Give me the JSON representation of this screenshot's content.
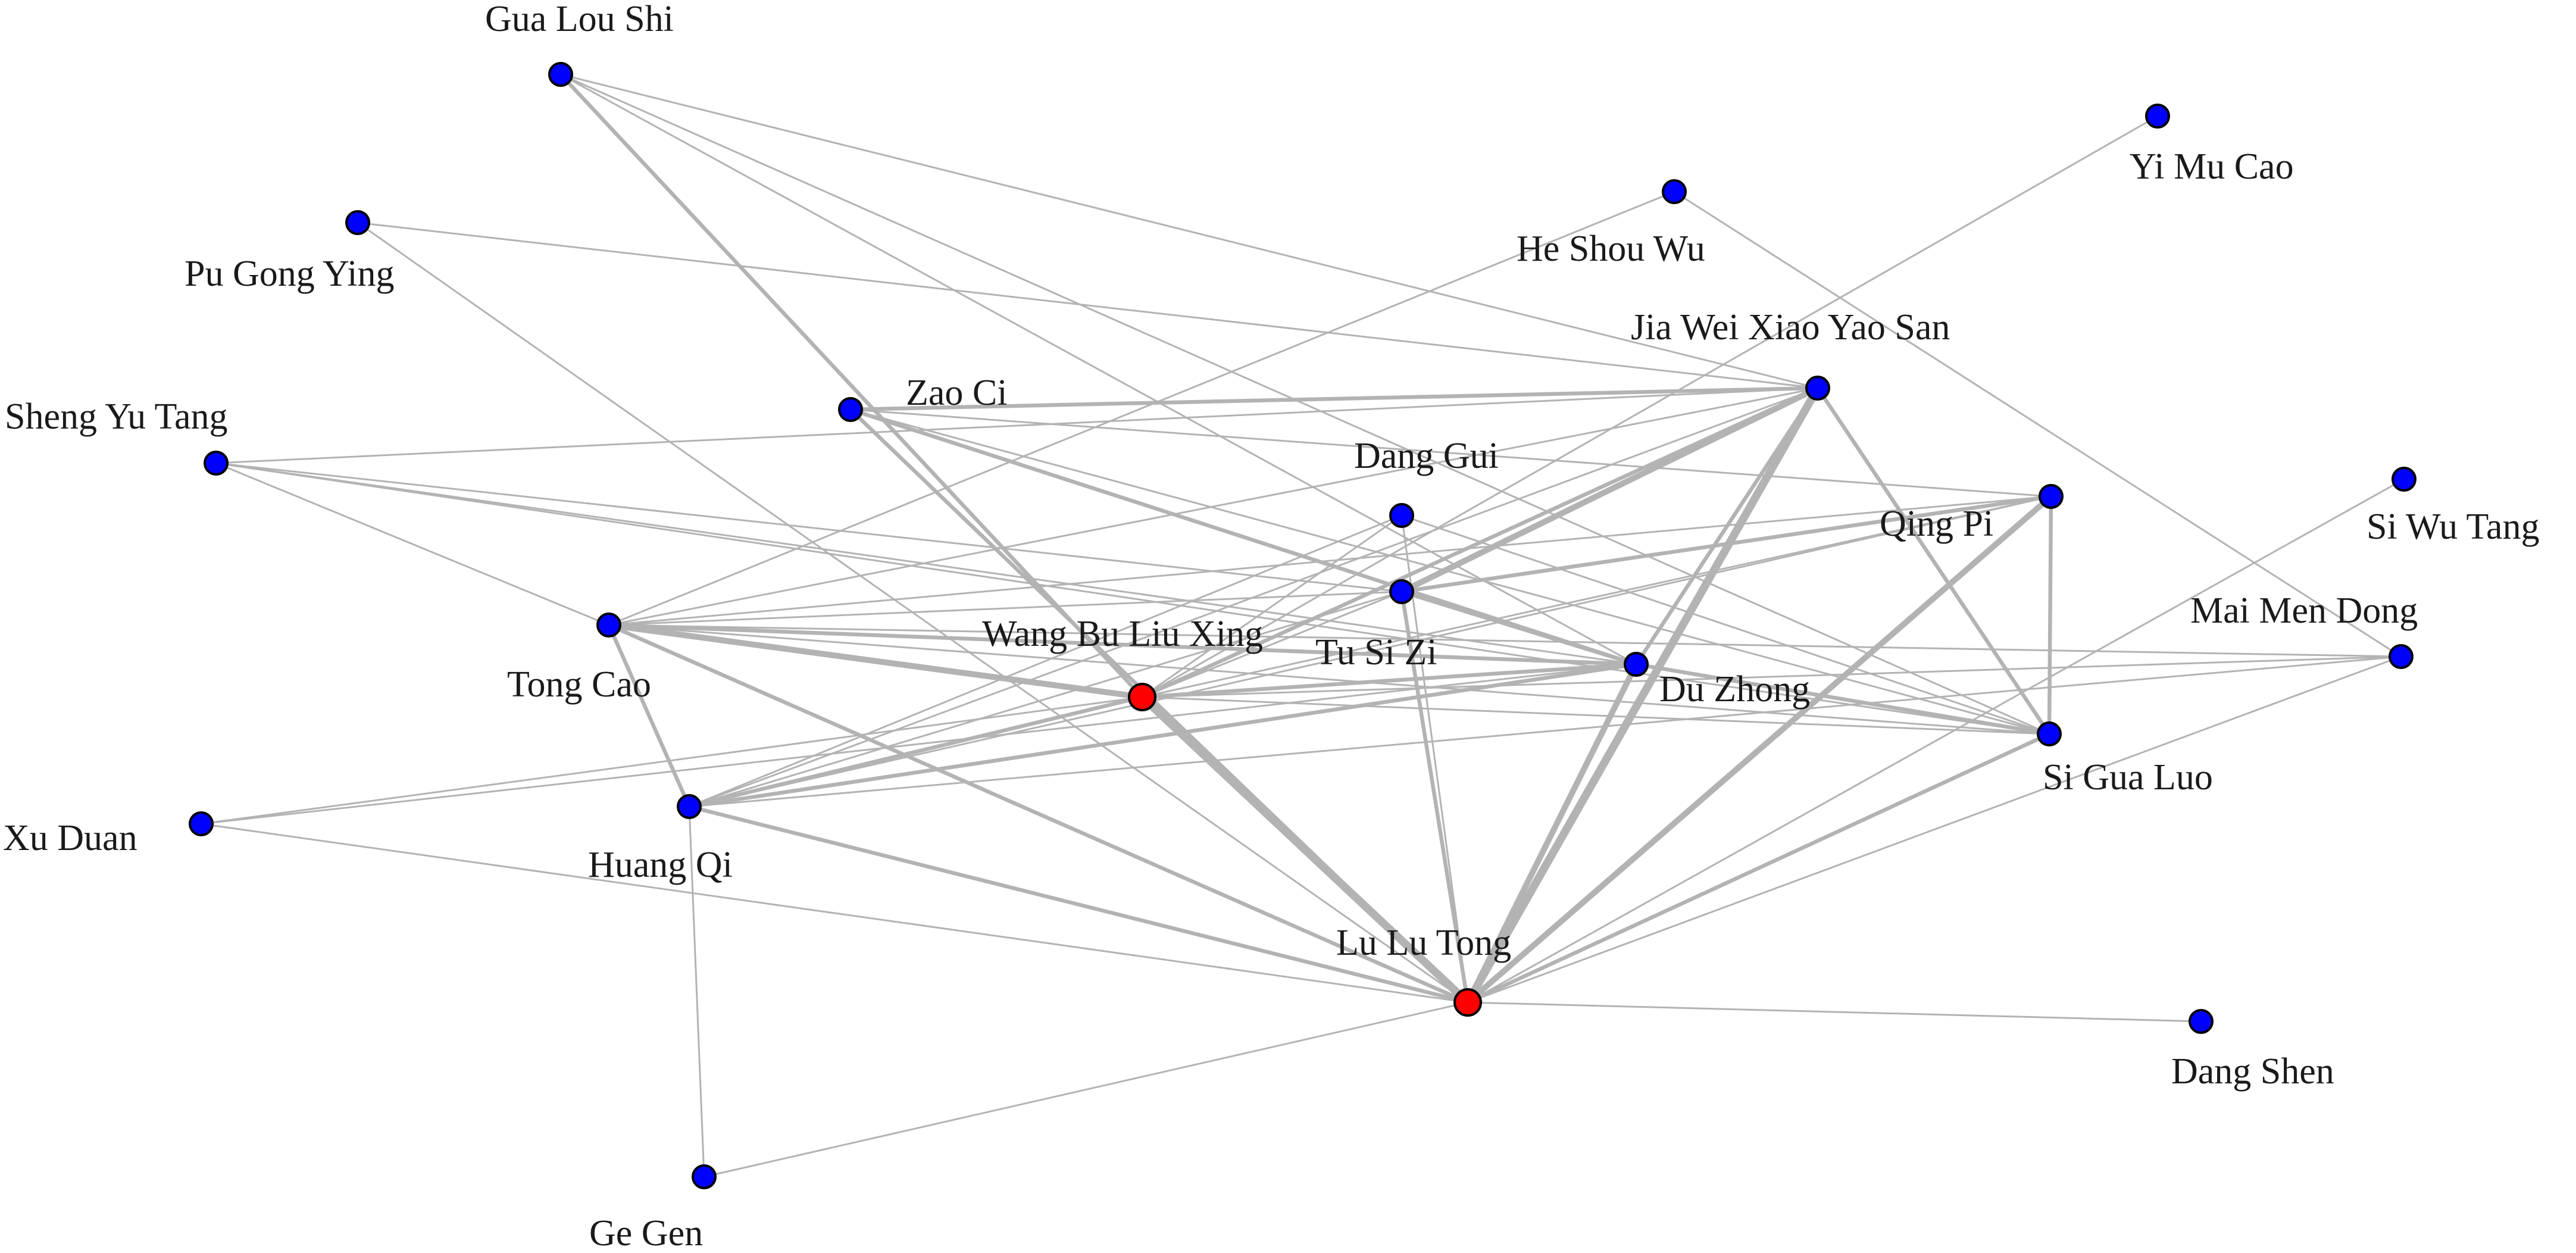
{
  "colors": {
    "core_node": "#ff0000",
    "node": "#0000ff",
    "edge": "#b3b3b3",
    "label": "#1a1a1a"
  },
  "nodes": [
    {
      "id": "gua-lou-shi",
      "label": "Gua Lou Shi",
      "core": false
    },
    {
      "id": "pu-gong-ying",
      "label": "Pu Gong Ying",
      "core": false
    },
    {
      "id": "sheng-yu-tang",
      "label": "Sheng Yu Tang",
      "core": false
    },
    {
      "id": "zao-ci",
      "label": "Zao Ci",
      "core": false
    },
    {
      "id": "he-shou-wu",
      "label": "He Shou Wu",
      "core": false
    },
    {
      "id": "yi-mu-cao",
      "label": "Yi Mu Cao",
      "core": false
    },
    {
      "id": "jia-wei-xiao-yao-san",
      "label": "Jia Wei Xiao Yao San",
      "core": false
    },
    {
      "id": "dang-gui",
      "label": "Dang Gui",
      "core": false
    },
    {
      "id": "qing-pi",
      "label": "Qing Pi",
      "core": false
    },
    {
      "id": "si-wu-tang",
      "label": "Si Wu Tang",
      "core": false
    },
    {
      "id": "tu-si-zi",
      "label": "Tu Si Zi",
      "core": false
    },
    {
      "id": "mai-men-dong",
      "label": "Mai Men Dong",
      "core": false
    },
    {
      "id": "tong-cao",
      "label": "Tong Cao",
      "core": false
    },
    {
      "id": "wang-bu-liu-xing",
      "label": "Wang Bu Liu Xing",
      "core": true
    },
    {
      "id": "du-zhong",
      "label": "Du Zhong",
      "core": false
    },
    {
      "id": "si-gua-luo",
      "label": "Si Gua Luo",
      "core": false
    },
    {
      "id": "xu-duan",
      "label": "Xu Duan",
      "core": false
    },
    {
      "id": "huang-qi",
      "label": "Huang Qi",
      "core": false
    },
    {
      "id": "lu-lu-tong",
      "label": "Lu Lu Tong",
      "core": true
    },
    {
      "id": "dang-shen",
      "label": "Dang Shen",
      "core": false
    },
    {
      "id": "ge-gen",
      "label": "Ge Gen",
      "core": false
    }
  ],
  "edges": [
    {
      "source": "gua-lou-shi",
      "target": "jia-wei-xiao-yao-san",
      "weight": 1
    },
    {
      "source": "gua-lou-shi",
      "target": "si-gua-luo",
      "weight": 1
    },
    {
      "source": "gua-lou-shi",
      "target": "wang-bu-liu-xing",
      "weight": 2
    },
    {
      "source": "gua-lou-shi",
      "target": "du-zhong",
      "weight": 1
    },
    {
      "source": "pu-gong-ying",
      "target": "jia-wei-xiao-yao-san",
      "weight": 1
    },
    {
      "source": "pu-gong-ying",
      "target": "lu-lu-tong",
      "weight": 1
    },
    {
      "source": "sheng-yu-tang",
      "target": "jia-wei-xiao-yao-san",
      "weight": 1
    },
    {
      "source": "sheng-yu-tang",
      "target": "tong-cao",
      "weight": 1
    },
    {
      "source": "sheng-yu-tang",
      "target": "du-zhong",
      "weight": 1
    },
    {
      "source": "sheng-yu-tang",
      "target": "si-gua-luo",
      "weight": 1
    },
    {
      "source": "sheng-yu-tang",
      "target": "tu-si-zi",
      "weight": 1
    },
    {
      "source": "zao-ci",
      "target": "jia-wei-xiao-yao-san",
      "weight": 2
    },
    {
      "source": "zao-ci",
      "target": "qing-pi",
      "weight": 1
    },
    {
      "source": "zao-ci",
      "target": "du-zhong",
      "weight": 2
    },
    {
      "source": "zao-ci",
      "target": "si-gua-luo",
      "weight": 1
    },
    {
      "source": "zao-ci",
      "target": "lu-lu-tong",
      "weight": 2
    },
    {
      "source": "he-shou-wu",
      "target": "tong-cao",
      "weight": 1
    },
    {
      "source": "he-shou-wu",
      "target": "mai-men-dong",
      "weight": 1
    },
    {
      "source": "yi-mu-cao",
      "target": "wang-bu-liu-xing",
      "weight": 1
    },
    {
      "source": "jia-wei-xiao-yao-san",
      "target": "tu-si-zi",
      "weight": 3
    },
    {
      "source": "jia-wei-xiao-yao-san",
      "target": "du-zhong",
      "weight": 2
    },
    {
      "source": "jia-wei-xiao-yao-san",
      "target": "si-gua-luo",
      "weight": 2
    },
    {
      "source": "jia-wei-xiao-yao-san",
      "target": "lu-lu-tong",
      "weight": 4
    },
    {
      "source": "jia-wei-xiao-yao-san",
      "target": "wang-bu-liu-xing",
      "weight": 2
    },
    {
      "source": "jia-wei-xiao-yao-san",
      "target": "huang-qi",
      "weight": 1
    },
    {
      "source": "jia-wei-xiao-yao-san",
      "target": "tong-cao",
      "weight": 1
    },
    {
      "source": "qing-pi",
      "target": "si-gua-luo",
      "weight": 2
    },
    {
      "source": "qing-pi",
      "target": "lu-lu-tong",
      "weight": 3
    },
    {
      "source": "qing-pi",
      "target": "tu-si-zi",
      "weight": 2
    },
    {
      "source": "qing-pi",
      "target": "wang-bu-liu-xing",
      "weight": 1
    },
    {
      "source": "qing-pi",
      "target": "huang-qi",
      "weight": 1
    },
    {
      "source": "qing-pi",
      "target": "tong-cao",
      "weight": 1
    },
    {
      "source": "dang-gui",
      "target": "lu-lu-tong",
      "weight": 1
    },
    {
      "source": "dang-gui",
      "target": "huang-qi",
      "weight": 1
    },
    {
      "source": "dang-gui",
      "target": "si-gua-luo",
      "weight": 1
    },
    {
      "source": "dang-gui",
      "target": "wang-bu-liu-xing",
      "weight": 1
    },
    {
      "source": "tu-si-zi",
      "target": "lu-lu-tong",
      "weight": 2
    },
    {
      "source": "tu-si-zi",
      "target": "du-zhong",
      "weight": 2
    },
    {
      "source": "tu-si-zi",
      "target": "tong-cao",
      "weight": 1
    },
    {
      "source": "tu-si-zi",
      "target": "wang-bu-liu-xing",
      "weight": 1
    },
    {
      "source": "tu-si-zi",
      "target": "huang-qi",
      "weight": 1
    },
    {
      "source": "tong-cao",
      "target": "wang-bu-liu-xing",
      "weight": 3
    },
    {
      "source": "tong-cao",
      "target": "du-zhong",
      "weight": 2
    },
    {
      "source": "tong-cao",
      "target": "lu-lu-tong",
      "weight": 2
    },
    {
      "source": "tong-cao",
      "target": "huang-qi",
      "weight": 2
    },
    {
      "source": "tong-cao",
      "target": "si-gua-luo",
      "weight": 1
    },
    {
      "source": "tong-cao",
      "target": "mai-men-dong",
      "weight": 1
    },
    {
      "source": "wang-bu-liu-xing",
      "target": "lu-lu-tong",
      "weight": 4
    },
    {
      "source": "wang-bu-liu-xing",
      "target": "du-zhong",
      "weight": 2
    },
    {
      "source": "wang-bu-liu-xing",
      "target": "huang-qi",
      "weight": 2
    },
    {
      "source": "wang-bu-liu-xing",
      "target": "si-gua-luo",
      "weight": 1
    },
    {
      "source": "wang-bu-liu-xing",
      "target": "mai-men-dong",
      "weight": 1
    },
    {
      "source": "wang-bu-liu-xing",
      "target": "xu-duan",
      "weight": 1
    },
    {
      "source": "du-zhong",
      "target": "lu-lu-tong",
      "weight": 3
    },
    {
      "source": "du-zhong",
      "target": "huang-qi",
      "weight": 2
    },
    {
      "source": "du-zhong",
      "target": "si-gua-luo",
      "weight": 2
    },
    {
      "source": "du-zhong",
      "target": "xu-duan",
      "weight": 1
    },
    {
      "source": "si-gua-luo",
      "target": "lu-lu-tong",
      "weight": 2
    },
    {
      "source": "mai-men-dong",
      "target": "huang-qi",
      "weight": 1
    },
    {
      "source": "mai-men-dong",
      "target": "lu-lu-tong",
      "weight": 1
    },
    {
      "source": "si-wu-tang",
      "target": "lu-lu-tong",
      "weight": 1
    },
    {
      "source": "xu-duan",
      "target": "lu-lu-tong",
      "weight": 1
    },
    {
      "source": "huang-qi",
      "target": "lu-lu-tong",
      "weight": 2
    },
    {
      "source": "huang-qi",
      "target": "ge-gen",
      "weight": 1
    },
    {
      "source": "lu-lu-tong",
      "target": "dang-shen",
      "weight": 1
    },
    {
      "source": "lu-lu-tong",
      "target": "ge-gen",
      "weight": 1
    }
  ]
}
